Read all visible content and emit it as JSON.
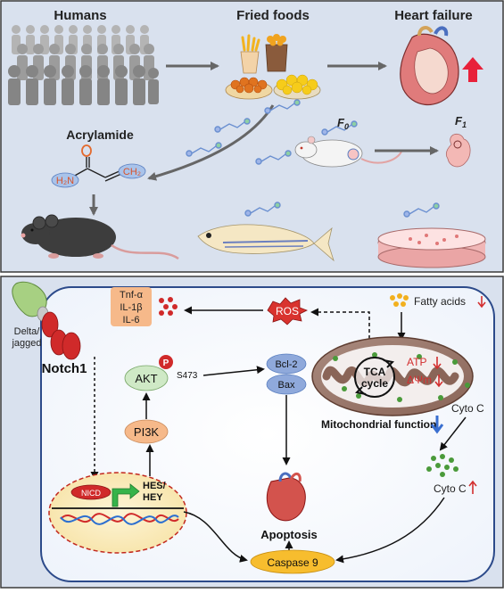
{
  "top_panel": {
    "humans": "Humans",
    "fried_foods": "Fried foods",
    "heart_failure": "Heart failure",
    "acrylamide": "Acrylamide",
    "h2n": "H₂N",
    "ch2": "CH₂",
    "f0_letter": "F",
    "f0_sub": "0",
    "f1_letter": "F",
    "f1_sub": "1"
  },
  "bottom_panel": {
    "delta_jagged_1": "Delta/",
    "delta_jagged_2": "jagged",
    "notch1": "Notch1",
    "cytokine_1": "Tnf-α",
    "cytokine_2": "IL-1β",
    "cytokine_3": "IL-6",
    "ros": "ROS",
    "fatty_acids": "Fatty acids",
    "p_badge": "P",
    "akt": "AKT",
    "s473": "S473",
    "bcl2": "Bcl-2",
    "bax": "Bax",
    "tca_1": "TCA",
    "tca_2": "cycle",
    "atp": "ATP",
    "dpsi": "ΔΨm",
    "pi3k": "PI3K",
    "mito_function": "Mitochondrial function",
    "cyto_c_top": "Cyto C",
    "cyto_c_bottom": "Cyto C",
    "nicd": "NICD",
    "hes_1": "HES/",
    "hes_2": "HEY",
    "apoptosis": "Apoptosis",
    "caspase9": "Caspase 9"
  },
  "colors": {
    "panel_bg": "#d9e1ee",
    "cell_border": "#2c4a8a",
    "pi3k_fill": "#f6b98a",
    "akt_fill": "#cfe9c6",
    "bcl_fill": "#8fa9db",
    "caspase_fill": "#f7bd2e",
    "ros_fill": "#d9332e",
    "nucleus_fill": "#fbeec3",
    "arrow_gray": "#666666",
    "red_up": "#d32f2f",
    "blue_down": "#3a6fd0"
  }
}
